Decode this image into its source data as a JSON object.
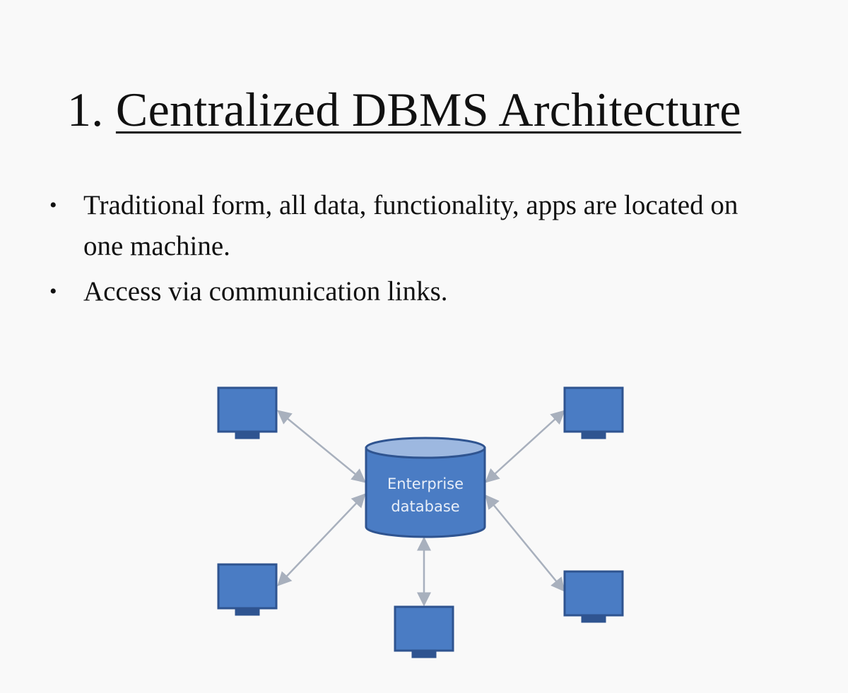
{
  "slide": {
    "title_number": "1.",
    "title_text": "Centralized DBMS Architecture",
    "bullets": [
      "Traditional form, all data, functionality, apps are located on one machine.",
      "Access via communication links."
    ],
    "bullet_symbol": "•"
  },
  "diagram": {
    "database_label_line1": "Enterprise",
    "database_label_line2": "database",
    "client_count": 5,
    "colors": {
      "node_fill": "#4a7cc4",
      "node_border": "#2f5490",
      "db_top": "#9db8e0",
      "arrow": "#a8b0bd"
    }
  }
}
